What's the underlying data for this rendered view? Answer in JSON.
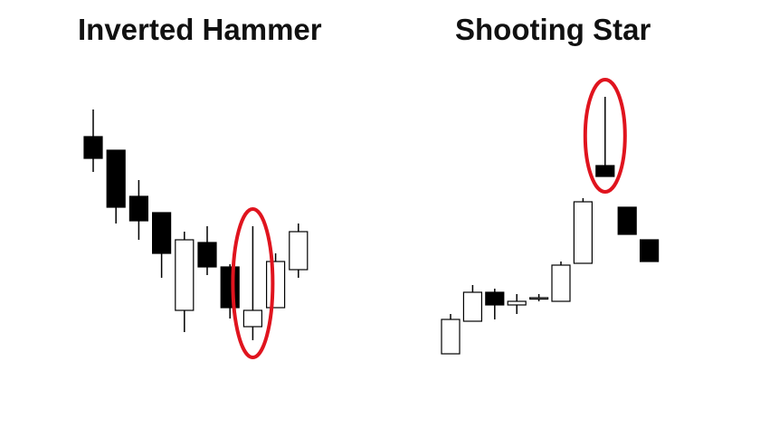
{
  "colors": {
    "bullish_fill": "#ffffff",
    "bearish_fill": "#000000",
    "outline": "#000000",
    "highlight_ring": "#e0141e",
    "background": "#ffffff"
  },
  "chart_data": [
    {
      "type": "candlestick",
      "title": "Inverted Hammer",
      "xlabel": "",
      "ylabel": "",
      "grid": false,
      "highlight_index": 7,
      "candles": [
        {
          "open": 87,
          "high": 97,
          "low": 74,
          "close": 79
        },
        {
          "open": 82,
          "high": 82,
          "low": 55,
          "close": 61
        },
        {
          "open": 65,
          "high": 71,
          "low": 49,
          "close": 56
        },
        {
          "open": 59,
          "high": 59,
          "low": 35,
          "close": 44
        },
        {
          "open": 23,
          "high": 52,
          "low": 15,
          "close": 49
        },
        {
          "open": 48,
          "high": 54,
          "low": 36,
          "close": 39
        },
        {
          "open": 39,
          "high": 40,
          "low": 20,
          "close": 24
        },
        {
          "open": 17,
          "high": 54,
          "low": 12,
          "close": 23
        },
        {
          "open": 24,
          "high": 44,
          "low": 24,
          "close": 41
        },
        {
          "open": 38,
          "high": 55,
          "low": 35,
          "close": 52
        }
      ]
    },
    {
      "type": "candlestick",
      "title": "Shooting Star",
      "xlabel": "",
      "ylabel": "",
      "grid": false,
      "highlight_index": 7,
      "candles": [
        {
          "open": 9,
          "high": 31,
          "low": 9,
          "close": 28
        },
        {
          "open": 27,
          "high": 47,
          "low": 27,
          "close": 43
        },
        {
          "open": 43,
          "high": 45,
          "low": 28,
          "close": 36
        },
        {
          "open": 36,
          "high": 42,
          "low": 31,
          "close": 38
        },
        {
          "open": 40,
          "high": 42,
          "low": 38,
          "close": 40
        },
        {
          "open": 38,
          "high": 60,
          "low": 38,
          "close": 58
        },
        {
          "open": 59,
          "high": 95,
          "low": 59,
          "close": 93
        },
        {
          "open": 113,
          "high": 151,
          "low": 108,
          "close": 107
        },
        {
          "open": 90,
          "high": 90,
          "low": 75,
          "close": 75
        },
        {
          "open": 72,
          "high": 72,
          "low": 60,
          "close": 60
        }
      ]
    }
  ]
}
